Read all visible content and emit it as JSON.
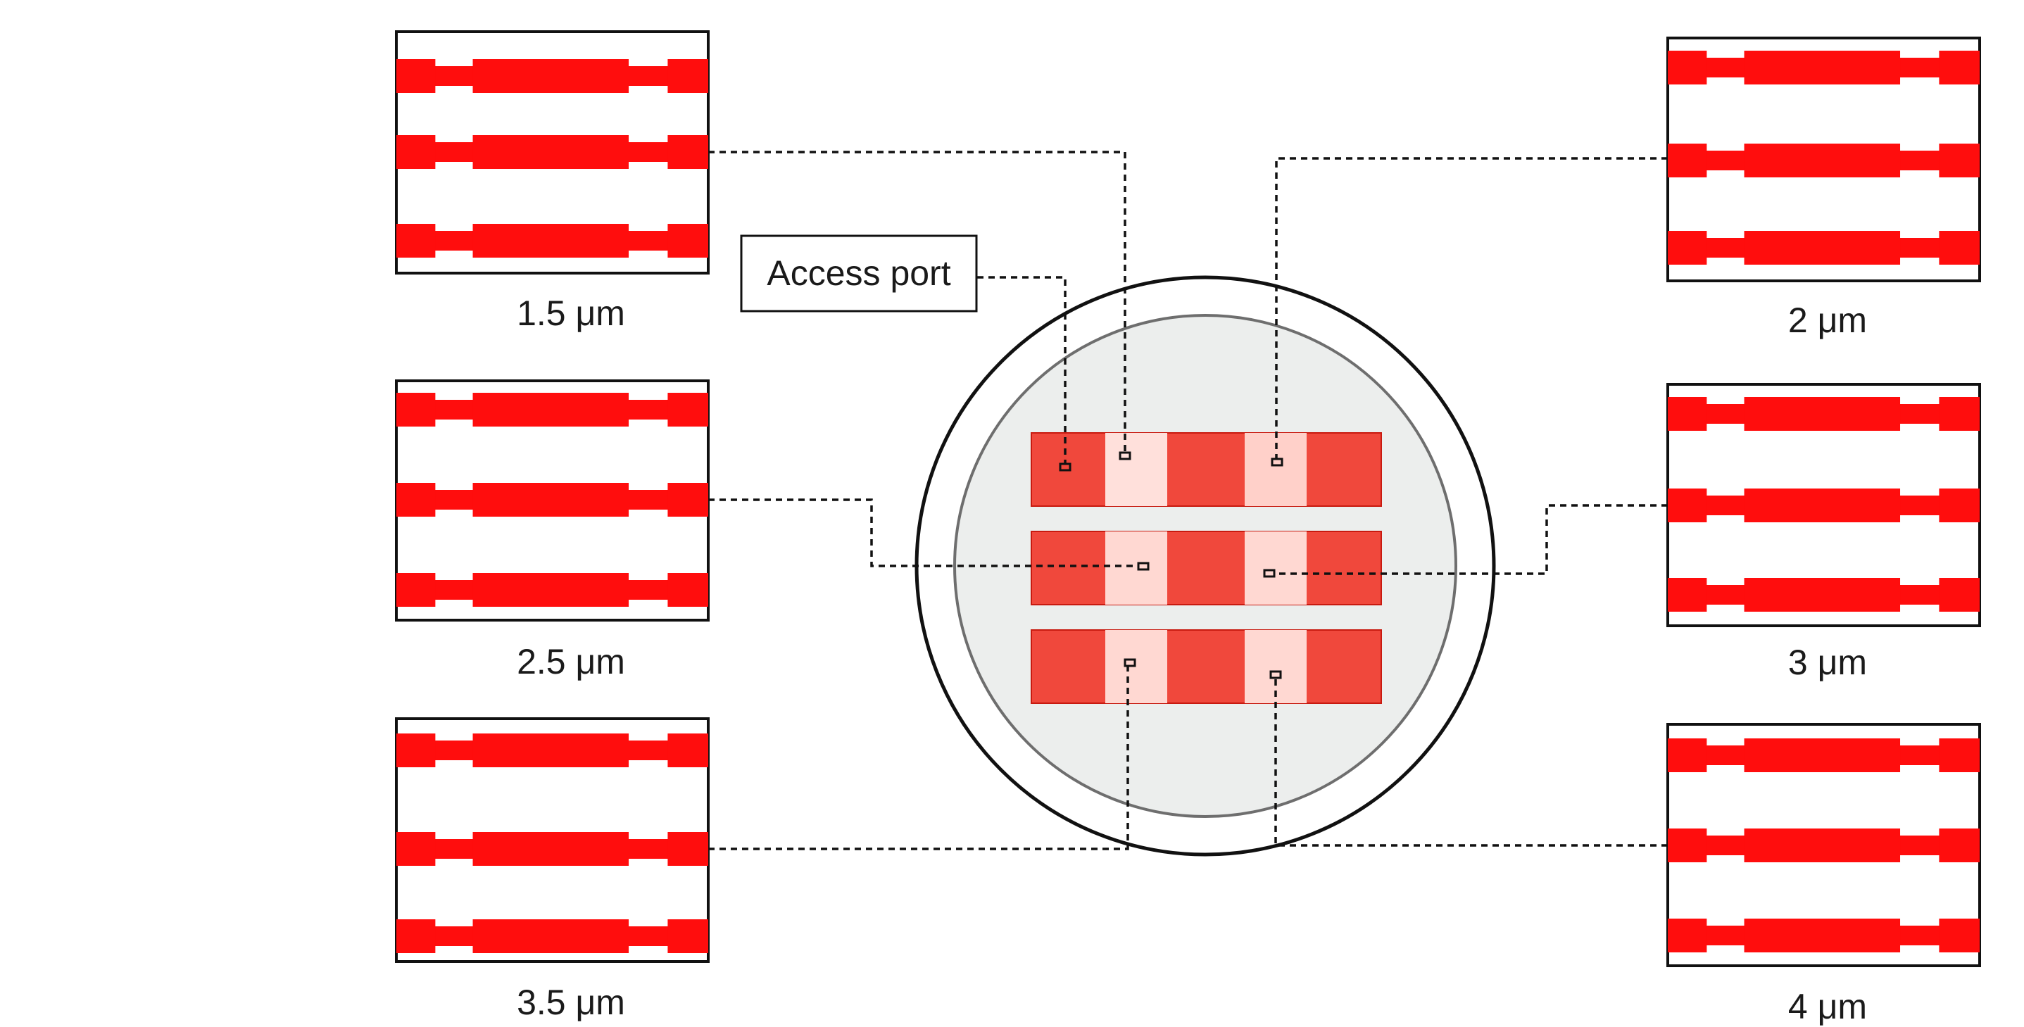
{
  "callout": {
    "label": "Access port"
  },
  "panels": [
    {
      "label": "1.5 μm",
      "side": "left"
    },
    {
      "label": "2.5 μm",
      "side": "left"
    },
    {
      "label": "3.5 μm",
      "side": "left"
    },
    {
      "label": "2 μm",
      "side": "right"
    },
    {
      "label": "3 μm",
      "side": "right"
    },
    {
      "label": "4 μm",
      "side": "right"
    }
  ],
  "colors": {
    "channel_red": "#ff0d0d",
    "channel_light": "#ffd5d0",
    "wafer_fill": "#eceeed",
    "wafer_inner_stroke": "#6e6e6e",
    "outline": "#111111"
  }
}
